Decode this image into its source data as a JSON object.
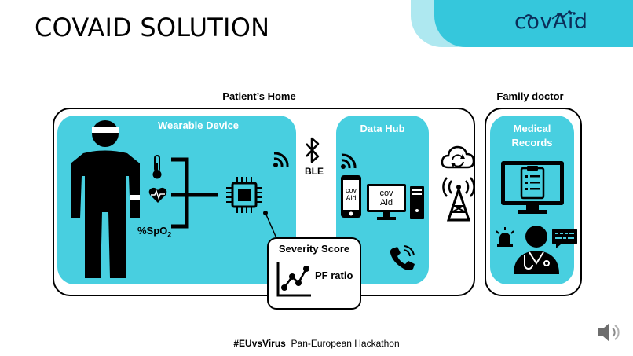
{
  "slide": {
    "title": "COVAID SOLUTION",
    "logo": "covAid"
  },
  "sections": {
    "patients_home": "Patient’s Home",
    "family_doctor": "Family doctor"
  },
  "wearable": {
    "title": "Wearable Device",
    "spo2_label": "%SpO",
    "spo2_sub": "2"
  },
  "connection": {
    "ble_label": "BLE"
  },
  "data_hub": {
    "title": "Data Hub",
    "phone_text_line1": "cov",
    "phone_text_line2": "Aid",
    "monitor_text_line1": "cov",
    "monitor_text_line2": "Aid"
  },
  "severity": {
    "title": "Severity Score",
    "metric": "PF ratio"
  },
  "medical": {
    "title_line1": "Medical",
    "title_line2": "Records"
  },
  "footer": {
    "hashtag": "#EUvsVirus",
    "event": "Pan-European  Hackathon"
  },
  "colors": {
    "accent": "#48cfe0",
    "logo_band": "#35c7dc",
    "logo_band_light": "#aee8f0",
    "logo_text": "#0b2d58"
  },
  "icons": [
    "person-icon",
    "thermometer-icon",
    "heart-rate-icon",
    "chip-icon",
    "wifi-icon",
    "bluetooth-icon",
    "phone-icon",
    "monitor-icon",
    "computer-tower-icon",
    "phone-call-icon",
    "cloud-sync-icon",
    "radio-tower-icon",
    "clipboard-monitor-icon",
    "alarm-light-icon",
    "doctor-icon",
    "chat-icon",
    "line-chart-icon",
    "speaker-icon"
  ]
}
